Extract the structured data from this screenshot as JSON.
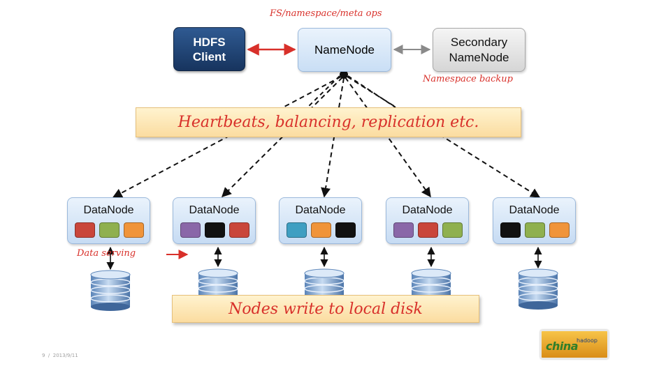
{
  "diagram": {
    "ops_label": "FS/namespace/meta ops",
    "namespace_backup_label": "Namespace backup",
    "heartbeat_label": "Heartbeats, balancing, replication etc.",
    "local_disk_label": "Nodes write to local disk",
    "data_serving_label": "Data serving",
    "hdfs_client": "HDFS\nClient",
    "namenode": "NameNode",
    "secondary_namenode": "Secondary\nNameNode",
    "datanodes": [
      {
        "label": "DataNode",
        "blocks": [
          "#c9463b",
          "#8fb04f",
          "#f0943a"
        ]
      },
      {
        "label": "DataNode",
        "blocks": [
          "#8a67a8",
          "#111111",
          "#c9463b"
        ]
      },
      {
        "label": "DataNode",
        "blocks": [
          "#3f9fc2",
          "#f0943a",
          "#111111"
        ]
      },
      {
        "label": "DataNode",
        "blocks": [
          "#8a67a8",
          "#c9463b",
          "#8fb04f"
        ]
      },
      {
        "label": "DataNode",
        "blocks": [
          "#111111",
          "#8fb04f",
          "#f0943a"
        ]
      }
    ]
  },
  "footer": {
    "slide_number": "9",
    "date": "2013/9/11"
  },
  "logo": {
    "word": "china",
    "sub": "hadoop"
  },
  "colors": {
    "client_dark_blue": "#1f4175",
    "node_light_blue": "#d7e6f8",
    "handwriting_red": "#d8302a",
    "banner_yellow": "#fde6b2"
  }
}
